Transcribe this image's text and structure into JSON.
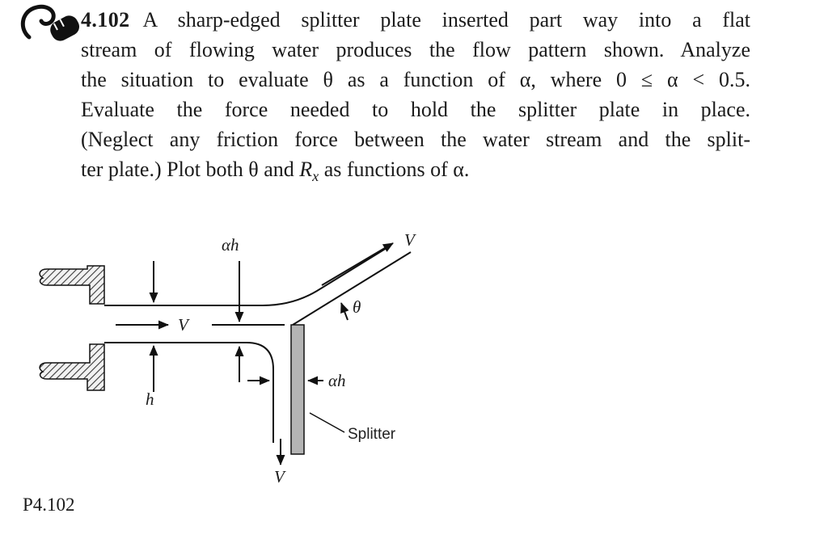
{
  "page": {
    "background": "#ffffff",
    "text_color": "#1b1b1b"
  },
  "icons": {
    "computer_mouse": "computer-mouse-icon"
  },
  "colors": {
    "splitter_fill": "#b4b4b4",
    "line": "#111111"
  },
  "problem": {
    "number": "4.102",
    "line1_rest": "A sharp-edged splitter plate inserted part way into a flat",
    "lines": [
      "stream of flowing water produces the flow pattern shown. Analyze",
      "the situation to evaluate θ as a function of α, where 0 ≤ α < 0.5.",
      "Evaluate the force needed to hold the splitter plate in place.",
      "(Neglect any friction force between the water stream and the split-"
    ],
    "line6": {
      "pre": "ter plate.) Plot both θ and ",
      "r": "R",
      "sub": "x",
      "post": " as functions of α."
    },
    "figure_label": "P4.102"
  },
  "figure": {
    "labels": {
      "alpha_h_top": "αh",
      "v_top": "V",
      "theta": "θ",
      "v_inlet": "V",
      "h": "h",
      "alpha_h_bottom": "αh",
      "splitter": "Splitter",
      "v_bottom": "V"
    }
  }
}
